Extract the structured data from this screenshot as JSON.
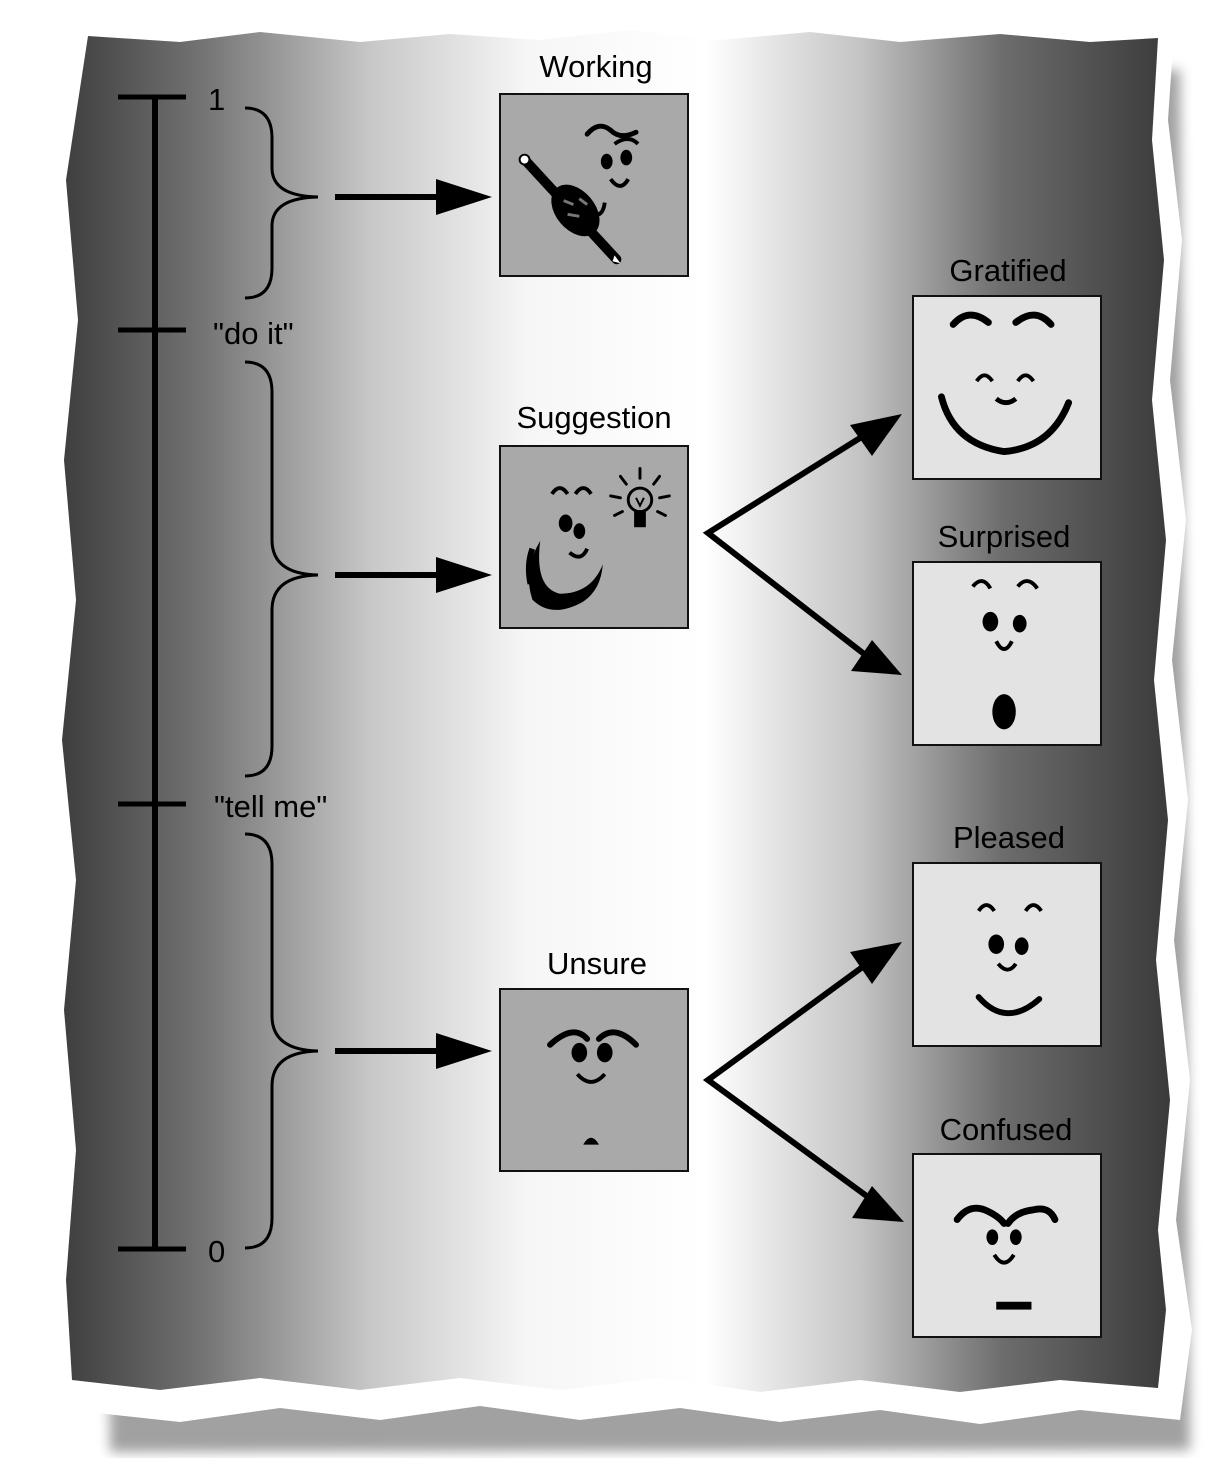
{
  "scale": {
    "top_label": "1",
    "do_it_label": "\"do it\"",
    "tell_me_label": "\"tell me\"",
    "bottom_label": "0"
  },
  "states": {
    "working": "Working",
    "suggestion": "Suggestion",
    "unsure": "Unsure"
  },
  "outcomes": {
    "gratified": "Gratified",
    "surprised": "Surprised",
    "pleased": "Pleased",
    "confused": "Confused"
  }
}
